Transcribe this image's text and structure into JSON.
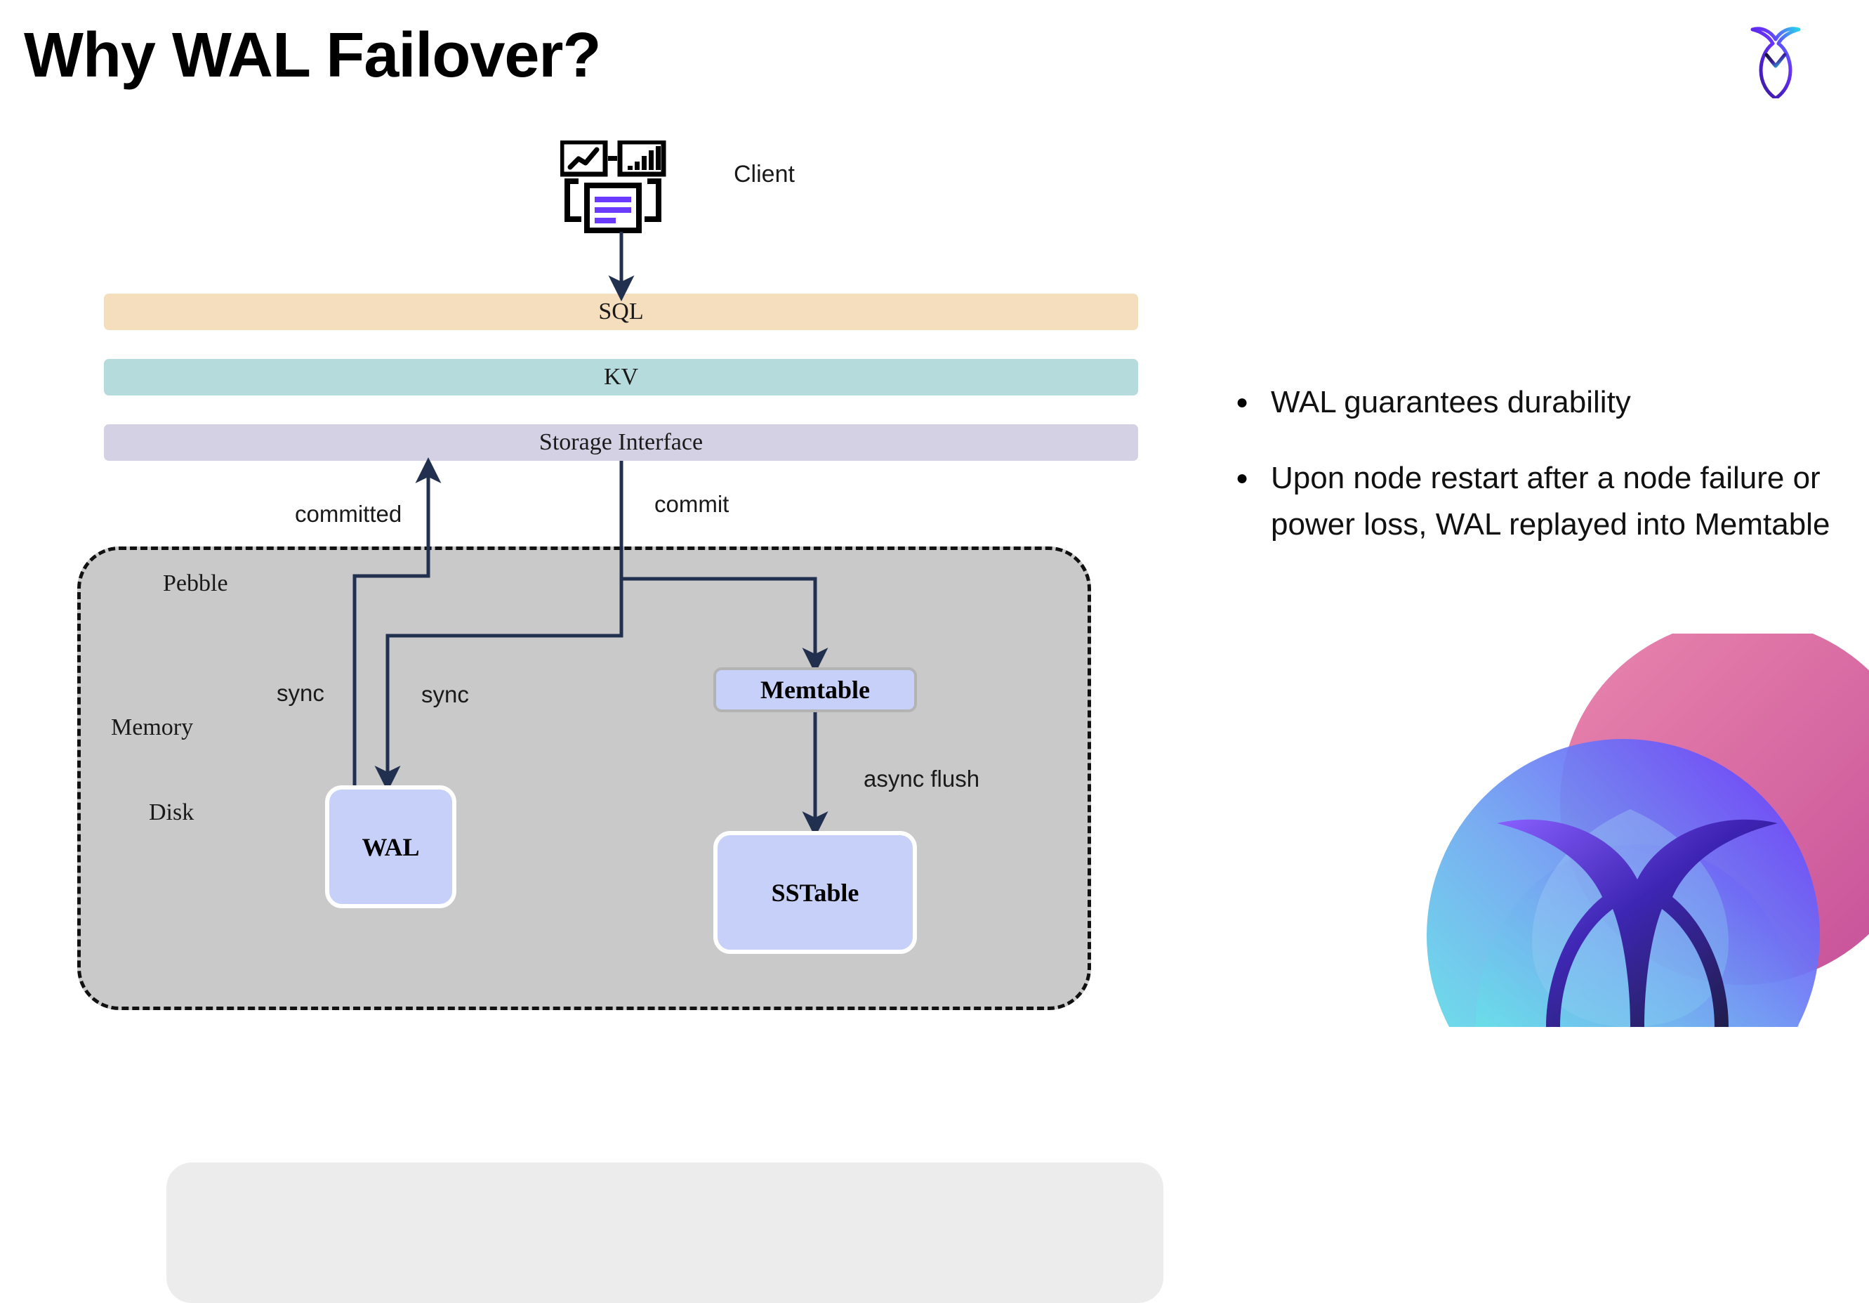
{
  "slide": {
    "title": "Why WAL Failover?"
  },
  "brand": {
    "logo_name": "cockroachdb-logo",
    "gradient_from": "#00d9e3",
    "gradient_mid": "#6933ff",
    "gradient_to": "#1b1b3a",
    "corner_pink": "#d1457f",
    "corner_cyan": "#4fe3e0",
    "corner_purple": "#6933ff"
  },
  "diagram": {
    "client": {
      "label": "Client",
      "icon_name": "client-dashboard-icon",
      "accent_color": "#6a3aff"
    },
    "layers": [
      {
        "id": "sql",
        "label": "SQL",
        "color": "#f5debe"
      },
      {
        "id": "kv",
        "label": "KV",
        "color": "#b6dbdd"
      },
      {
        "id": "storage_interface",
        "label": "Storage Interface",
        "color": "#d5d1e4"
      }
    ],
    "pebble": {
      "label": "Pebble",
      "fill": "#c9c9c9",
      "border_style": "dashed",
      "border_color": "#111111"
    },
    "memory": {
      "label": "Memory",
      "fill": "#ececec"
    },
    "disk": {
      "label": "Disk"
    },
    "boxes": [
      {
        "id": "memtable",
        "label": "Memtable",
        "fill": "#c6d0f8",
        "border": "#b3b3b3"
      },
      {
        "id": "wal",
        "label": "WAL",
        "fill": "#c6d0f8",
        "border": "#ffffff"
      },
      {
        "id": "sstable",
        "label": "SSTable",
        "fill": "#c6d0f8",
        "border": "#ffffff"
      }
    ],
    "edges": [
      {
        "id": "committed",
        "label": "committed"
      },
      {
        "id": "commit",
        "label": "commit"
      },
      {
        "id": "sync_1",
        "label": "sync"
      },
      {
        "id": "sync_2",
        "label": "sync"
      },
      {
        "id": "async_flush",
        "label": "async flush"
      }
    ],
    "arrow_color": "#22304f"
  },
  "bullets": [
    {
      "marker": "●",
      "text": "WAL guarantees durability"
    },
    {
      "marker": "●",
      "text": "Upon node restart after a node failure or power loss, WAL replayed into Memtable"
    }
  ]
}
